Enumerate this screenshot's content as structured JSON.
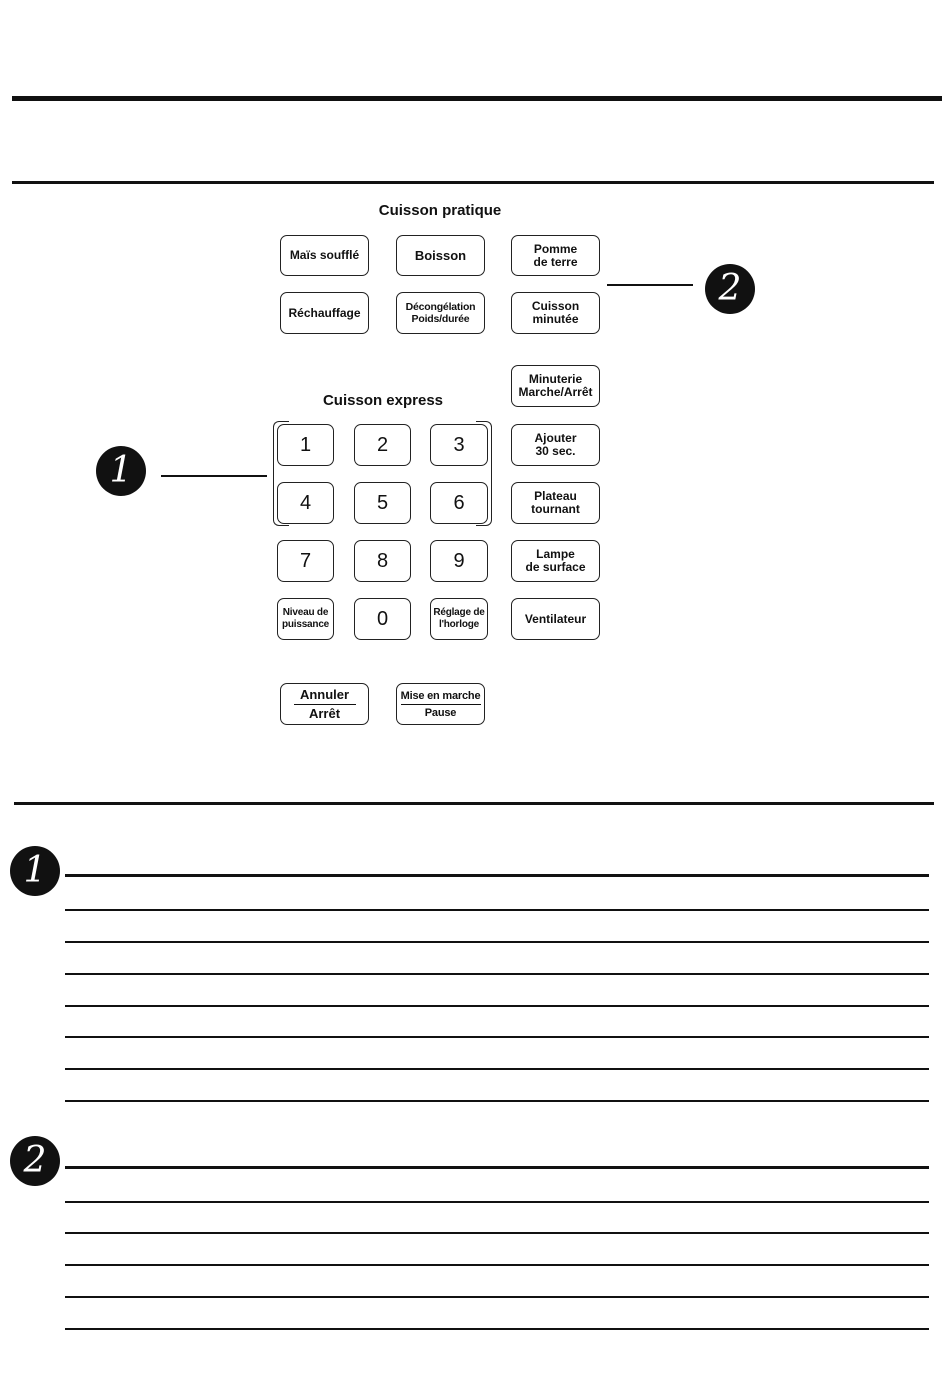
{
  "sections": {
    "cuisson_pratique_title": "Cuisson pratique",
    "cuisson_express_title": "Cuisson express"
  },
  "pratique_keys": {
    "mais_souffle": "Maïs soufflé",
    "boisson": "Boisson",
    "pomme_line1": "Pomme",
    "pomme_line2": "de terre",
    "rechauffage": "Réchauffage",
    "decongelation_line1": "Décongélation",
    "decongelation_line2": "Poids/durée",
    "cuisson_minutee_line1": "Cuisson",
    "cuisson_minutee_line2": "minutée"
  },
  "function_keys": {
    "minuterie_line1": "Minuterie",
    "minuterie_line2": "Marche/Arrêt",
    "ajouter_line1": "Ajouter",
    "ajouter_line2": "30 sec.",
    "plateau_line1": "Plateau",
    "plateau_line2": "tournant",
    "lampe_line1": "Lampe",
    "lampe_line2": "de surface",
    "ventilateur": "Ventilateur"
  },
  "numpad": {
    "k1": "1",
    "k2": "2",
    "k3": "3",
    "k4": "4",
    "k5": "5",
    "k6": "6",
    "k7": "7",
    "k8": "8",
    "k9": "9",
    "k0": "0",
    "niveau_line1": "Niveau de",
    "niveau_line2": "puissance",
    "reglage_line1": "Réglage de",
    "reglage_line2": "l'horloge"
  },
  "control_keys": {
    "annuler": "Annuler",
    "arret": "Arrêt",
    "mise_en_marche": "Mise en marche",
    "pause": "Pause"
  },
  "callouts": {
    "one": "1",
    "two": "2"
  },
  "icons": {
    "callout_badge": "black-circle-number-icon"
  },
  "colors": {
    "ink": "#111111",
    "paper": "#ffffff"
  }
}
